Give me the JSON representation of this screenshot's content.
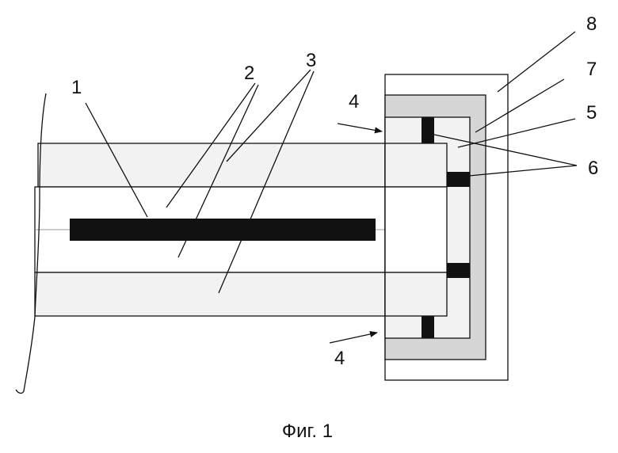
{
  "figure": {
    "caption": "Фиг. 1",
    "labels": {
      "l1": "1",
      "l2": "2",
      "l3": "3",
      "l4_top": "4",
      "l4_bottom": "4",
      "l5": "5",
      "l6": "6",
      "l7": "7",
      "l8": "8"
    },
    "colors": {
      "line": "#111111",
      "light_fill": "#f2f2f2",
      "gray_fill": "#d6d6d6",
      "black_fill": "#111111"
    }
  }
}
